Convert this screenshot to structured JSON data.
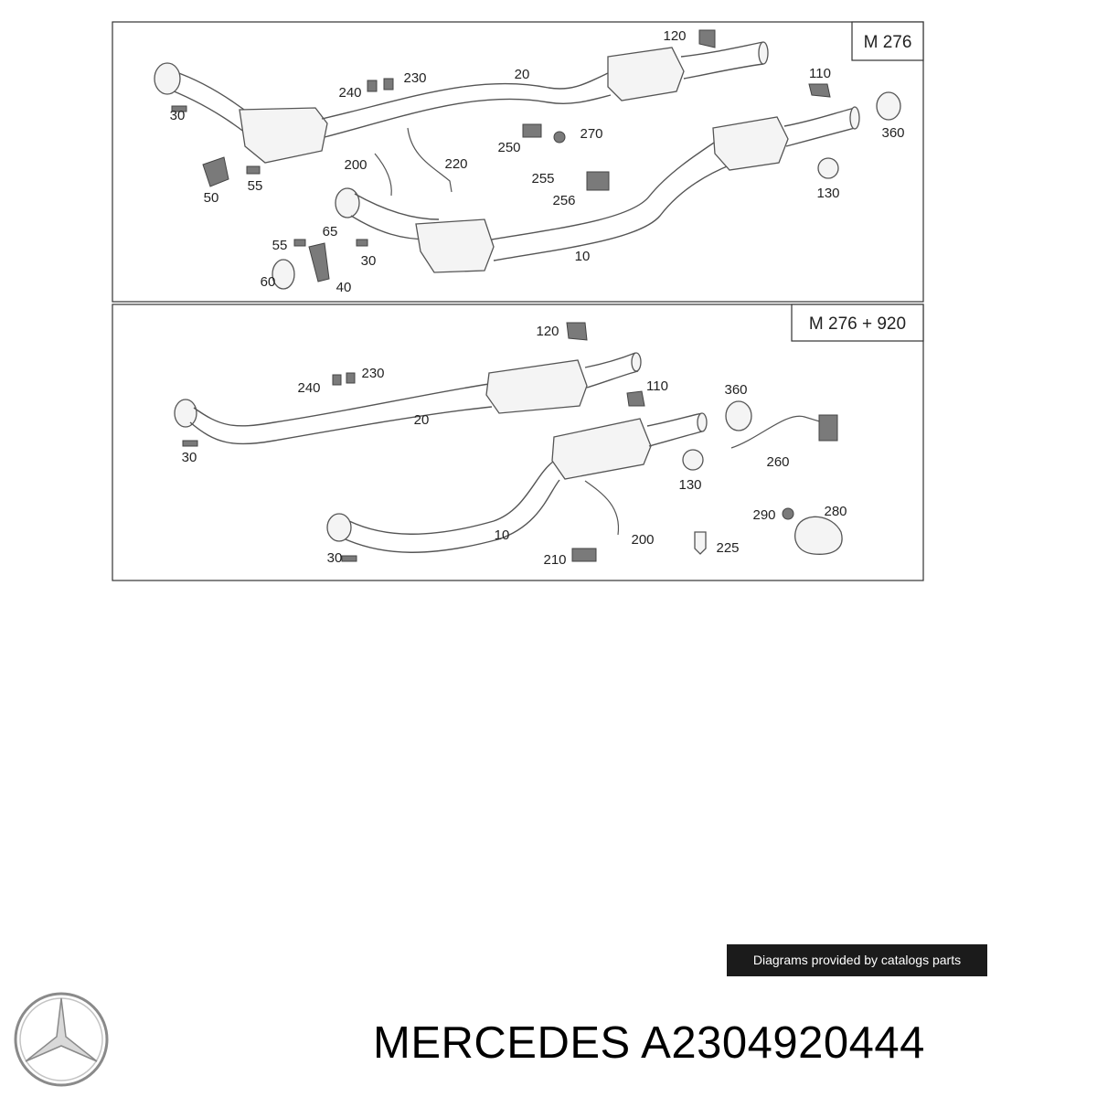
{
  "panels": [
    {
      "engine_tag": "M 276",
      "callouts": [
        "120",
        "20",
        "110",
        "240",
        "230",
        "30",
        "360",
        "250",
        "270",
        "200",
        "220",
        "255",
        "256",
        "130",
        "50",
        "55",
        "65",
        "55",
        "30",
        "10",
        "60",
        "40"
      ]
    },
    {
      "engine_tag": "M 276 + 920",
      "callouts": [
        "120",
        "240",
        "230",
        "110",
        "360",
        "20",
        "30",
        "130",
        "260",
        "10",
        "290",
        "280",
        "200",
        "225",
        "210",
        "30"
      ]
    }
  ],
  "footer_note": "Diagrams provided by catalogs parts",
  "brand_logo": "mercedes-star-logo",
  "caption": {
    "brand": "MERCEDES",
    "part_number": "A2304920444"
  }
}
